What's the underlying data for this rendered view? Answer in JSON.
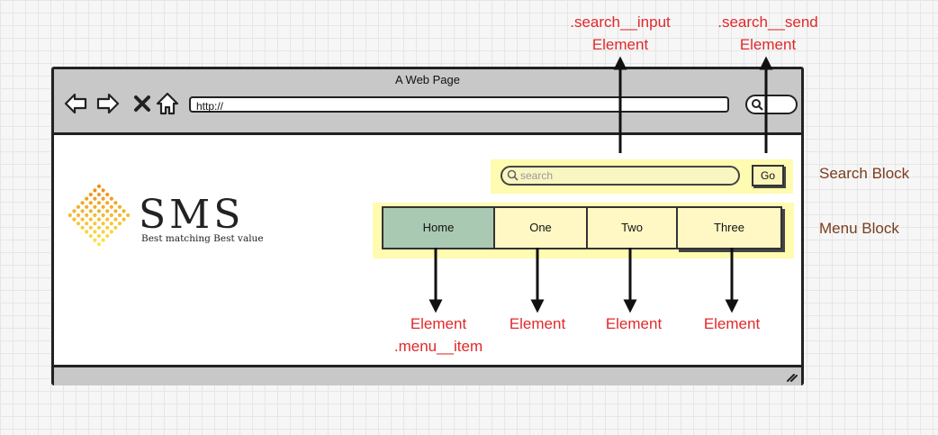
{
  "browser": {
    "title": "A Web Page",
    "url": "http://"
  },
  "logo": {
    "name": "SMS",
    "tagline": "Best matching Best value"
  },
  "search": {
    "placeholder": "search",
    "button_label": "Go"
  },
  "menu": {
    "items": [
      {
        "label": "Home",
        "active": true
      },
      {
        "label": "One",
        "active": false
      },
      {
        "label": "Two",
        "active": false
      },
      {
        "label": "Three",
        "active": false
      }
    ]
  },
  "annotations": {
    "search_input_class": ".search__input",
    "search_send_class": ".search__send",
    "element": "Element",
    "menu_item_class": ".menu__item",
    "search_block": "Search Block",
    "menu_block": "Menu Block"
  },
  "colors": {
    "block_highlight": "#fffbb0",
    "active_menu": "#a9c9b3",
    "annotation_red": "#e0292b",
    "block_label_brown": "#7a3d1d",
    "logo_orange": "#f39a1f"
  }
}
